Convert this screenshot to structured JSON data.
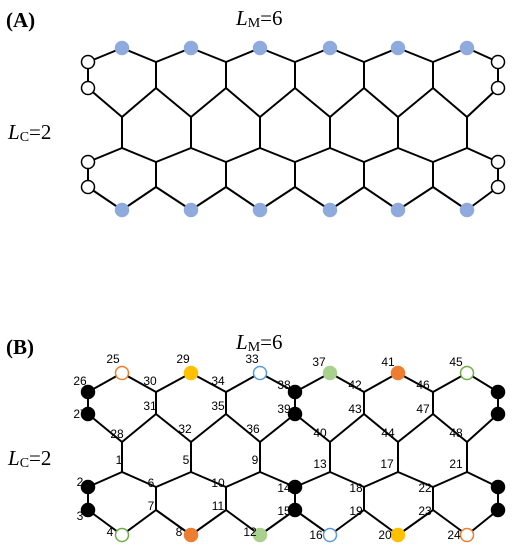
{
  "panels": [
    {
      "tag": "(A)",
      "lm": {
        "symbol": "L",
        "sub": "M",
        "eq": "=6"
      },
      "lc": {
        "symbol": "L",
        "sub": "C",
        "eq": "=2"
      },
      "numbered": false
    },
    {
      "tag": "(B)",
      "lm": {
        "symbol": "L",
        "sub": "M",
        "eq": "=6"
      },
      "lc": {
        "symbol": "L",
        "sub": "C",
        "eq": "=2"
      },
      "numbered": true,
      "site_labels": {
        "1": "1",
        "2": "2",
        "3": "3",
        "4": "4",
        "5": "5",
        "6": "6",
        "7": "7",
        "8": "8",
        "9": "9",
        "10": "10",
        "11": "11",
        "12": "12",
        "13": "13",
        "14": "14",
        "15": "15",
        "16": "16",
        "17": "17",
        "18": "18",
        "19": "19",
        "20": "20",
        "21": "21",
        "22": "22",
        "23": "23",
        "24": "24",
        "25": "25",
        "26": "26",
        "27": "27",
        "28": "28",
        "29": "29",
        "30": "30",
        "31": "31",
        "32": "32",
        "33": "33",
        "34": "34",
        "35": "35",
        "36": "36",
        "37": "37",
        "38": "38",
        "39": "39",
        "40": "40",
        "41": "41",
        "42": "42",
        "43": "43",
        "44": "44",
        "45": "45",
        "46": "46",
        "47": "47",
        "48": "48"
      }
    }
  ],
  "colors": {
    "line": "#000000",
    "site_blue": "#8faadc",
    "site_black": "#000000",
    "site_orange": "#ed7d31",
    "site_orange_ring": "#ed7d31",
    "site_yellow": "#ffc000",
    "site_green": "#a9d18e",
    "site_green_ring": "#70ad47",
    "site_blue_ring": "#5b9bd5",
    "site_white": "#ffffff"
  }
}
